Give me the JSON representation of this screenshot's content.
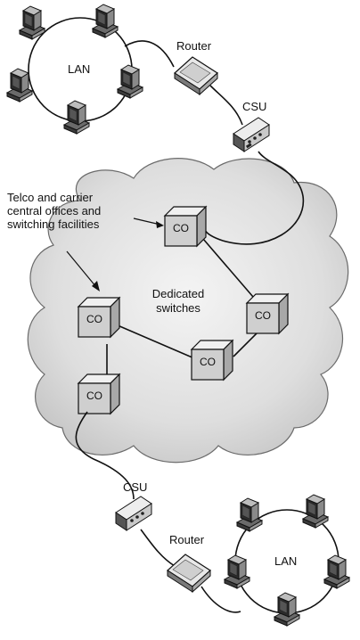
{
  "top_network": {
    "lan_label": "LAN",
    "router_label": "Router",
    "csu_label": "CSU"
  },
  "cloud": {
    "callout_line1": "Telco and carrier",
    "callout_line2": "central offices and",
    "callout_line3": "switching facilities",
    "center_line1": "Dedicated",
    "center_line2": "switches",
    "co_labels": [
      "CO",
      "CO",
      "CO",
      "CO",
      "CO"
    ]
  },
  "bottom_network": {
    "lan_label": "LAN",
    "router_label": "Router",
    "csu_label": "CSU"
  }
}
